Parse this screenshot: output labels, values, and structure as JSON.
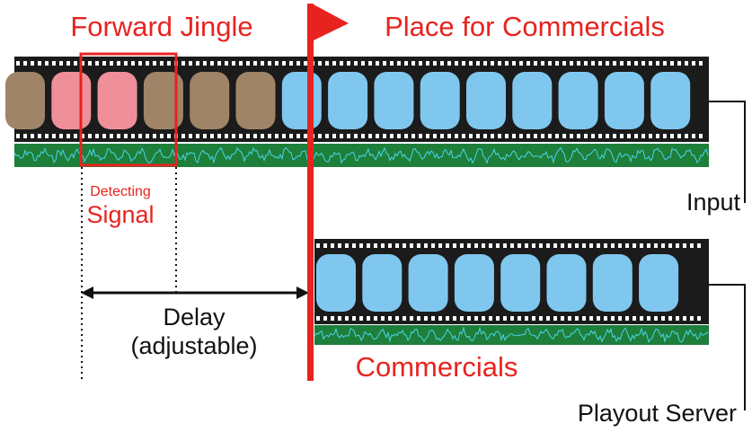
{
  "labels": {
    "forward_jingle": "Forward Jingle",
    "place_for_commercials": "Place for Commercials",
    "detecting_line1": "Detecting",
    "detecting_line2": "Signal",
    "input": "Input",
    "delay_line1": "Delay",
    "delay_line2": "(adjustable)",
    "commercials": "Commercials",
    "playout_server": "Playout Server"
  },
  "colors": {
    "accent_red": "#e8231f",
    "film_black": "#1b1b1b",
    "program_frame": "#a08468",
    "jingle_frame": "#ef8f99",
    "commercial_frame": "#7fc7ef",
    "audio_green": "#1d7f3a",
    "audio_wave": "#4fd4e8",
    "text_black": "#111111"
  },
  "input_strip_frames": [
    "program",
    "jingle",
    "jingle",
    "program",
    "program",
    "program",
    "commercial",
    "commercial",
    "commercial",
    "commercial",
    "commercial",
    "commercial",
    "commercial",
    "commercial",
    "commercial"
  ],
  "output_strip_frames": [
    "commercial",
    "commercial",
    "commercial",
    "commercial",
    "commercial",
    "commercial",
    "commercial",
    "commercial"
  ],
  "icons": {
    "marker": "red-flag-icon",
    "delay": "double-arrow-icon"
  }
}
